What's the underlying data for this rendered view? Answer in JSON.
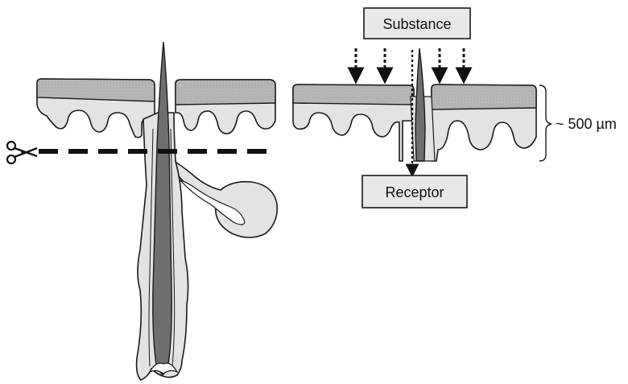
{
  "labels": {
    "substance": "Substance",
    "receptor": "Receptor",
    "thickness": "~ 500 µm"
  },
  "icons": {
    "scissors": "scissors-icon"
  },
  "colors": {
    "stratum_corneum": "#b9b9b9",
    "epidermis": "#e3e3e3",
    "hair_shaft": "#6f6f6f",
    "outline": "#1a1a1a",
    "box_fill": "#e8e8e8"
  }
}
